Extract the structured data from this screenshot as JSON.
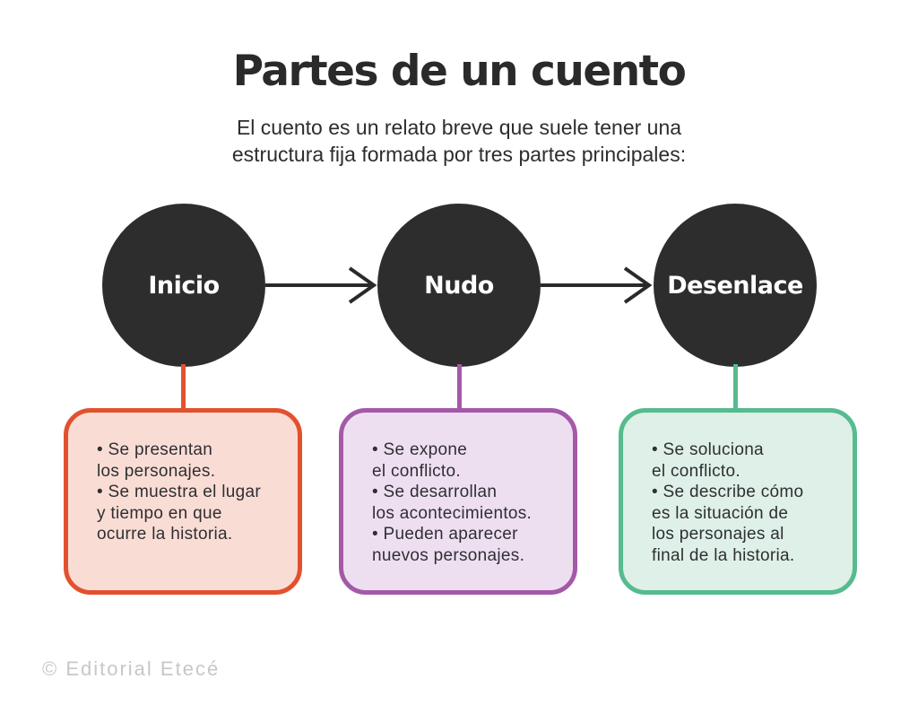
{
  "header": {
    "title": "Partes de un cuento",
    "subtitle_line1": "El cuento es un relato breve que suele tener una",
    "subtitle_line2": "estructura fija formada por tres partes principales:"
  },
  "colors": {
    "node_fill": "#2e2d2d",
    "arrow": "#2b2a2a",
    "body_text": "#2f2f33",
    "footer_text": "#c7c7c7"
  },
  "stages": [
    {
      "label": "Inicio",
      "border_color": "#e2512e",
      "fill_color": "#f9ddd5",
      "lines": [
        "• Se presentan",
        "los personajes.",
        "• Se muestra el lugar",
        "y tiempo en que",
        "ocurre la historia."
      ]
    },
    {
      "label": "Nudo",
      "border_color": "#a459a8",
      "fill_color": "#eedff0",
      "lines": [
        "• Se expone",
        "el conflicto.",
        "• Se desarrollan",
        "los acontecimientos.",
        "• Pueden aparecer",
        "nuevos personajes."
      ]
    },
    {
      "label": "Desenlace",
      "border_color": "#56bb8e",
      "fill_color": "#def0e7",
      "lines": [
        "• Se soluciona",
        "el conflicto.",
        "• Se describe cómo",
        "es la situación de",
        "los personajes al",
        "final de la historia."
      ]
    }
  ],
  "footer": {
    "copyright": "© Editorial Etecé"
  }
}
